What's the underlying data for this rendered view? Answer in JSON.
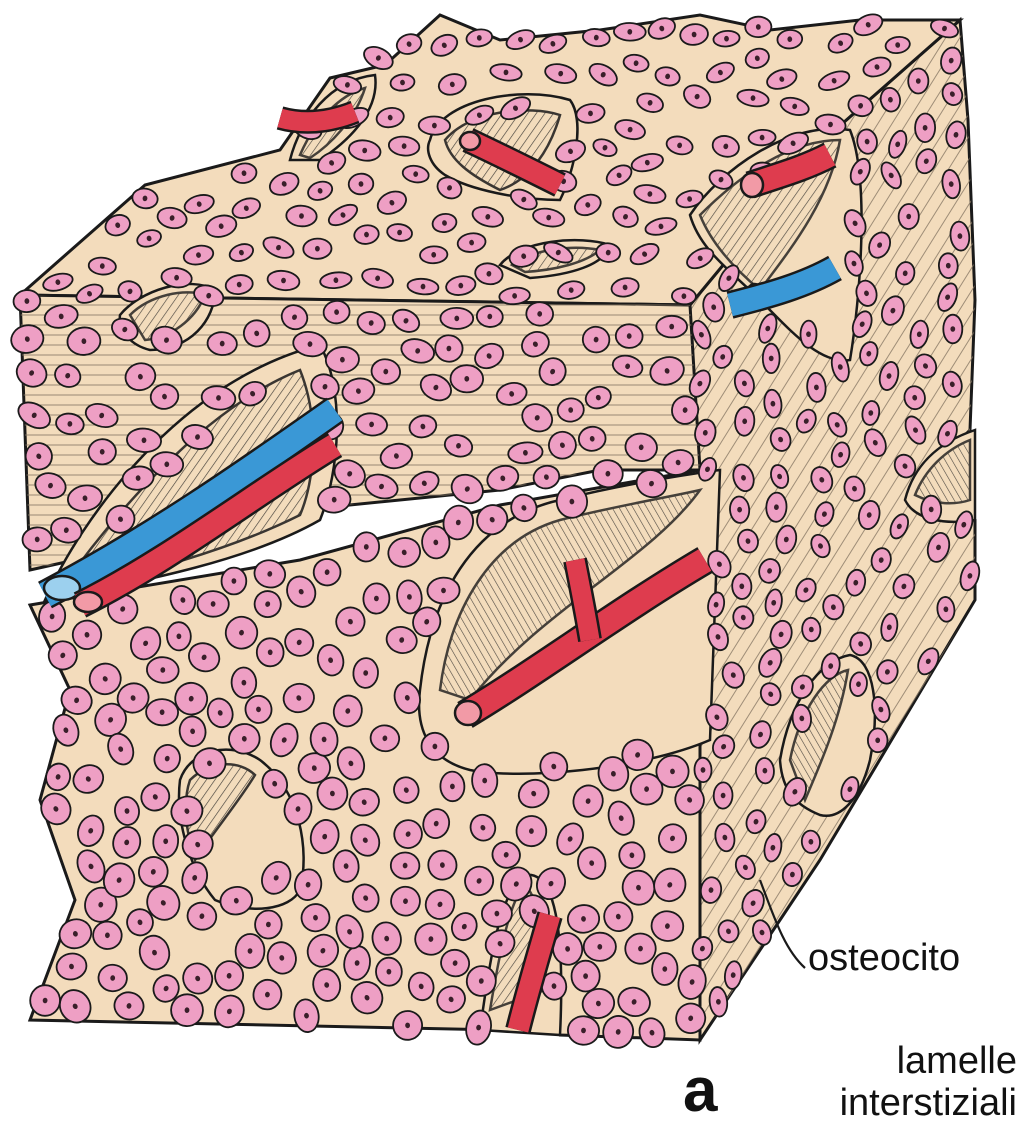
{
  "labels": {
    "osteocyte": "osteocito",
    "lamellae_line1": "lamelle",
    "lamellae_line2": "interstiziali",
    "panel_letter": "a"
  },
  "colors": {
    "bone_matrix": "#f3dcbc",
    "osteocyte_fill": "#ee9fc4",
    "osteocyte_nucleus": "#3a1f2a",
    "artery": "#de3c4e",
    "vein": "#3a98d6",
    "outline": "#1a1a1a"
  },
  "icons": {
    "osteocyte": "osteocyte-cell-icon",
    "artery": "artery-vessel-icon",
    "vein": "vein-vessel-icon"
  }
}
